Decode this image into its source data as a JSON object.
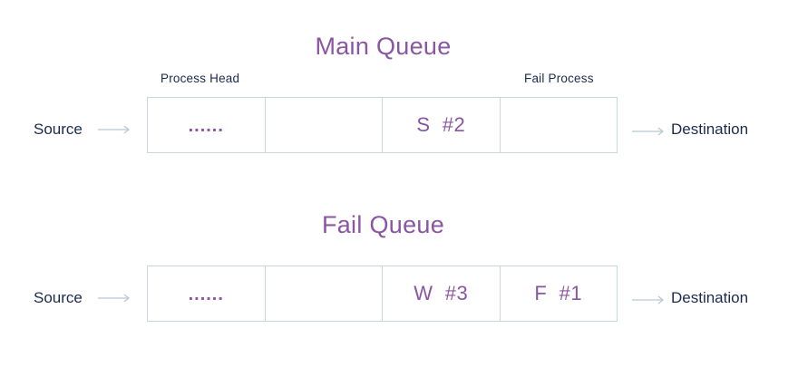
{
  "main_queue": {
    "title": "Main Queue",
    "head_label": "Process Head",
    "fail_label": "Fail Process",
    "source": "Source",
    "destination": "Destination",
    "slots": [
      "......",
      "",
      "S  #2",
      ""
    ]
  },
  "fail_queue": {
    "title": "Fail Queue",
    "source": "Source",
    "destination": "Destination",
    "slots": [
      "......",
      "",
      "W  #3",
      "F  #1"
    ]
  },
  "colors": {
    "title": "#8a55a2",
    "text": "#1b2a4e",
    "border": "#c9d6dc",
    "arrow": "#b9c8d0"
  }
}
